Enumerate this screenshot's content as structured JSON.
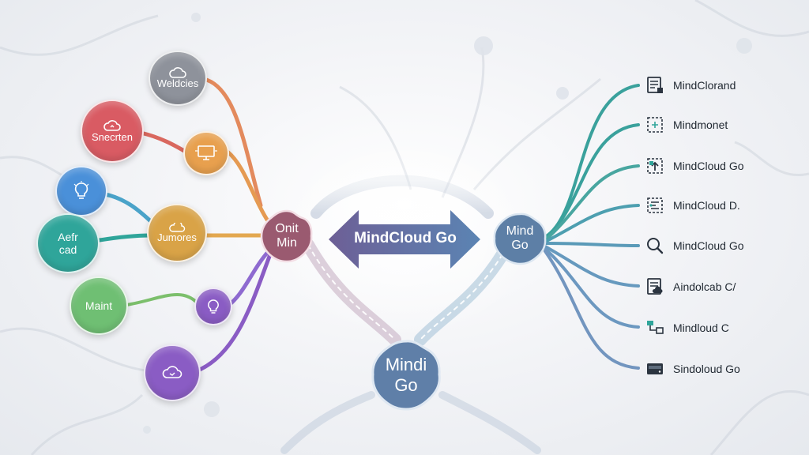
{
  "colors": {
    "gray": "#8e929b",
    "red": "#d95b63",
    "orange": "#e8a04e",
    "blue": "#4a90d9",
    "teal": "#2fa59a",
    "green": "#6fbf73",
    "purple": "#8a5cc4",
    "gold": "#d9a347",
    "hub_left": "#9a5a70",
    "hub_right": "#5d7fa6",
    "hub_bottom": "#5f7fa8",
    "arrow": "#6a6fa8",
    "line_right": "#3aa19c"
  },
  "left_nodes": [
    {
      "id": "websites",
      "label": "Weldcies",
      "icon": "cloud-icon"
    },
    {
      "id": "section",
      "label": "Snecrten",
      "icon": "cloud-sync-icon"
    },
    {
      "id": "monitor",
      "label": "",
      "icon": "monitor-icon"
    },
    {
      "id": "bulb-top",
      "label": "",
      "icon": "lightbulb-icon"
    },
    {
      "id": "aefr",
      "label": "Aefr\ncad",
      "icon": ""
    },
    {
      "id": "jumores",
      "label": "Jumores",
      "icon": "cloud-icon"
    },
    {
      "id": "maint",
      "label": "Maint",
      "icon": ""
    },
    {
      "id": "bulb-mid",
      "label": "",
      "icon": "lightbulb-icon"
    },
    {
      "id": "cloud-bottom",
      "label": "",
      "icon": "cloud-chat-icon"
    }
  ],
  "hubs": {
    "left": {
      "line1": "Onit",
      "line2": "Min"
    },
    "right": {
      "line1": "Mind",
      "line2": "Go"
    },
    "bottom": {
      "line1": "Mindi",
      "line2": "Go"
    }
  },
  "center_arrow": {
    "label": "MindCloud Go"
  },
  "right_items": [
    {
      "label": "MindClorand",
      "icon": "document-list-icon"
    },
    {
      "label": "Mindmonet",
      "icon": "frame-icon"
    },
    {
      "label": "MindCloud Go",
      "icon": "upload-frame-icon"
    },
    {
      "label": "MindCloud D.",
      "icon": "hierarchy-icon"
    },
    {
      "label": "MindCloud Go",
      "icon": "search-icon"
    },
    {
      "label": "Aindolcab C/",
      "icon": "document-cloud-icon"
    },
    {
      "label": "Mindloud C",
      "icon": "flow-icon"
    },
    {
      "label": "Sindoloud Go",
      "icon": "drive-icon"
    }
  ]
}
